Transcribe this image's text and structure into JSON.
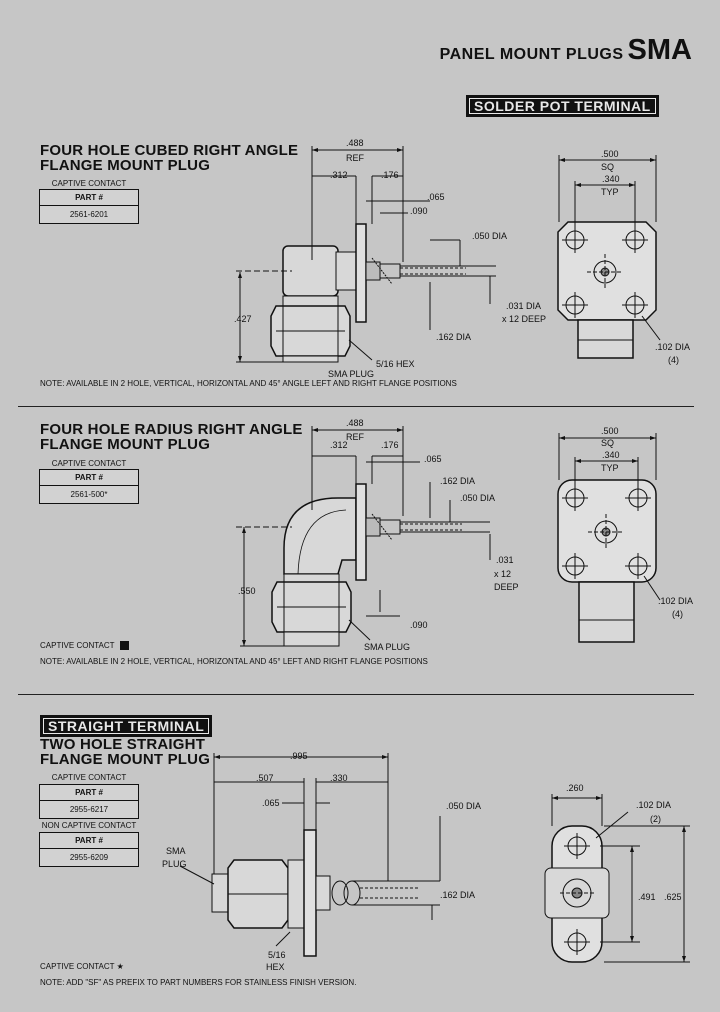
{
  "header": {
    "title_small": "PANEL MOUNT PLUGS",
    "title_big": "SMA"
  },
  "band_top": "SOLDER POT TERMINAL",
  "band_mid": "STRAIGHT TERMINAL",
  "sections": [
    {
      "title": [
        "FOUR HOLE CUBED RIGHT ANGLE",
        "FLANGE MOUNT PLUG"
      ],
      "contact_label": "CAPTIVE CONTACT",
      "part_header": "PART #",
      "part_value": "2561-6201",
      "note": "NOTE: AVAILABLE IN 2 HOLE, VERTICAL, HORIZONTAL AND 45° ANGLE LEFT AND RIGHT FLANGE POSITIONS",
      "dims": {
        "d488": ".488",
        "ref": "REF",
        "d312": ".312",
        "d176": ".176",
        "d065": ".065",
        "d090": ".090",
        "d050": ".050 DIA",
        "d031": ".031 DIA",
        "x12": "x 12 DEEP",
        "d162": ".162 DIA",
        "d427": ".427",
        "hex": "5/16 HEX",
        "plug": "SMA PLUG",
        "d500": ".500",
        "sq": "SQ",
        "d340": ".340",
        "typ": "TYP",
        "d102": ".102 DIA",
        "four": "(4)"
      }
    },
    {
      "title": [
        "FOUR HOLE RADIUS RIGHT ANGLE",
        "FLANGE MOUNT PLUG"
      ],
      "contact_label": "CAPTIVE CONTACT",
      "part_header": "PART #",
      "part_value": "2561-500*",
      "captive_note": "CAPTIVE CONTACT",
      "note": "NOTE: AVAILABLE IN 2 HOLE, VERTICAL, HORIZONTAL AND 45° LEFT AND RIGHT FLANGE POSITIONS",
      "dims": {
        "d488": ".488",
        "ref": "REF",
        "d312": ".312",
        "d176": ".176",
        "d065": ".065",
        "d162": ".162 DIA",
        "d050": ".050 DIA",
        "d031": ".031",
        "x12": "x 12",
        "deep": "DEEP",
        "d550": ".550",
        "d090": ".090",
        "plug": "SMA PLUG",
        "d500": ".500",
        "sq": "SQ",
        "d340": ".340",
        "typ": "TYP",
        "d102": ".102 DIA",
        "four": "(4)"
      }
    },
    {
      "title": [
        "TWO HOLE STRAIGHT",
        "FLANGE MOUNT PLUG"
      ],
      "contact_label": "CAPTIVE CONTACT",
      "part_header": "PART #",
      "part_value": "2955-6217",
      "contact_label2": "NON CAPTIVE CONTACT",
      "part_header2": "PART #",
      "part_value2": "2955-6209",
      "captive_note": "CAPTIVE CONTACT ★",
      "note": "NOTE: ADD \"SF\" AS PREFIX TO PART NUMBERS FOR STAINLESS FINISH VERSION.",
      "dims": {
        "d995": ".995",
        "d507": ".507",
        "d330": ".330",
        "d065": ".065",
        "d050": ".050 DIA",
        "d162": ".162 DIA",
        "sma": "SMA",
        "plug": "PLUG",
        "hex1": "5/16",
        "hex2": "HEX",
        "d260": ".260",
        "d102": ".102 DIA",
        "two": "(2)",
        "d491": ".491",
        "d625": ".625"
      }
    }
  ]
}
